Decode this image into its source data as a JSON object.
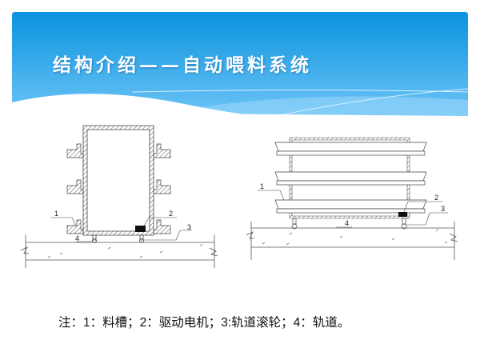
{
  "slide": {
    "title": "结构介绍——自动喂料系统",
    "caption": "注：1：料槽；2：驱动电机；3:轨道滚轮；4：轨道。",
    "accent_color": "#1a9ae3"
  },
  "figure_left": {
    "labels": [
      "1",
      "2",
      "3",
      "4"
    ]
  },
  "figure_right": {
    "labels": [
      "1",
      "2",
      "3",
      "4"
    ]
  }
}
